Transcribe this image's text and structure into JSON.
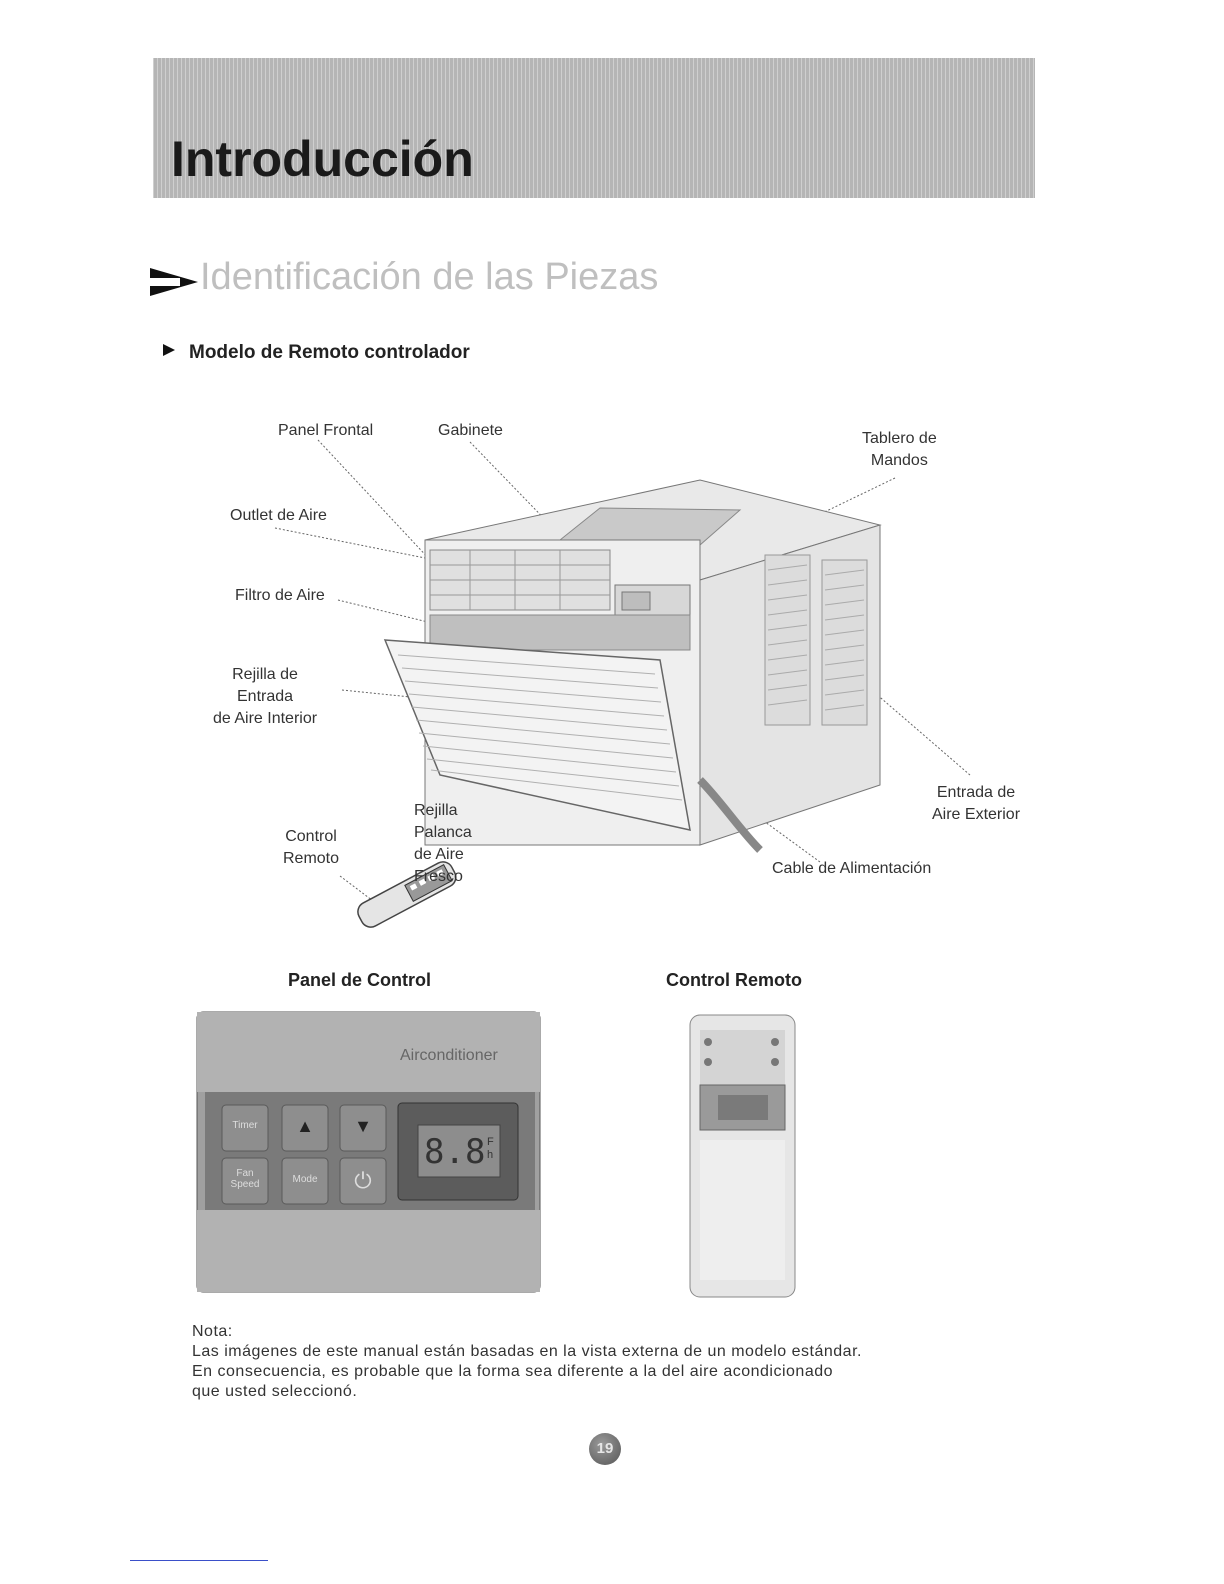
{
  "banner": {
    "title": "Introducción"
  },
  "section": {
    "title": "Identificación de las Piezas"
  },
  "subsection": {
    "title": "Modelo de Remoto controlador"
  },
  "labels": {
    "panel_frontal": "Panel Frontal",
    "gabinete": "Gabinete",
    "tablero_mandos": [
      "Tablero de",
      "Mandos"
    ],
    "outlet_aire": "Outlet de Aire",
    "filtro_aire": "Filtro de Aire",
    "rejilla_entrada": [
      "Rejilla de",
      "Entrada",
      "de Aire Interior"
    ],
    "rejilla_palanca": [
      "Rejilla",
      "Palanca",
      "de Aire",
      "Fresco"
    ],
    "control_remoto": [
      "Control",
      "Remoto"
    ],
    "entrada_exterior": [
      "Entrada de",
      "Aire Exterior"
    ],
    "cable_alimentacion": "Cable de Alimentación"
  },
  "captions": {
    "panel_control": "Panel de Control",
    "control_remoto": "Control Remoto"
  },
  "control_panel": {
    "brand_text": "Airconditioner",
    "display_digits": "8.8",
    "display_units": [
      "F",
      "h"
    ],
    "buttons": [
      "Timer",
      "▲",
      "▼",
      "Fan Speed",
      "Mode",
      "⏻"
    ]
  },
  "note": {
    "heading": "Nota:",
    "lines": [
      "Las imágenes de este manual están basadas en la vista externa de un modelo estándar.",
      "En consecuencia, es probable que la forma sea diferente a la del aire acondicionado",
      "que usted seleccionó."
    ]
  },
  "page_number": "19"
}
